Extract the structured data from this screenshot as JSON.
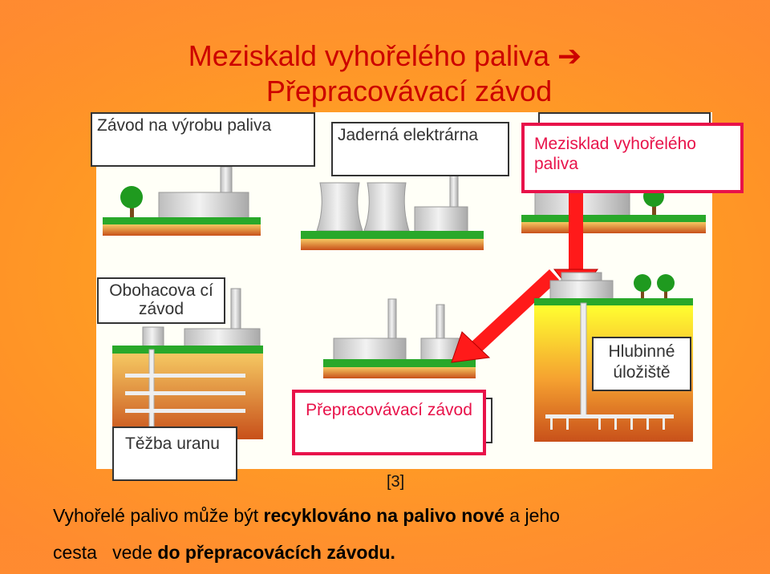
{
  "title": {
    "line1": "Meziskald vyhořelého paliva ➔",
    "line2": "Přepracovávací závod"
  },
  "labels": {
    "fuel_factory": "Závod na výrobu paliva",
    "power_plant": "Jaderná elektrárna",
    "interim_storage": "Mezisklad vyhořelého paliva",
    "enrichment": "Obohacova cí závod",
    "repository": "Hlubinné úložiště",
    "reprocessing": "Přepracovávací závod",
    "mining": "Těžba uranu"
  },
  "reference": "[3]",
  "caption": {
    "part1": "Vyhořelé palivo může být ",
    "part2": "recyklováno na palivo nové",
    "part3": " a jeho",
    "part4": "cesta   vede ",
    "part5": "do přepracovácích závodu."
  },
  "colors": {
    "title": "#cc0000",
    "accent_red": "#e8124a",
    "arrow_red": "#ff1a1a",
    "grass": "#29a82a",
    "panel": "#fffff7"
  }
}
